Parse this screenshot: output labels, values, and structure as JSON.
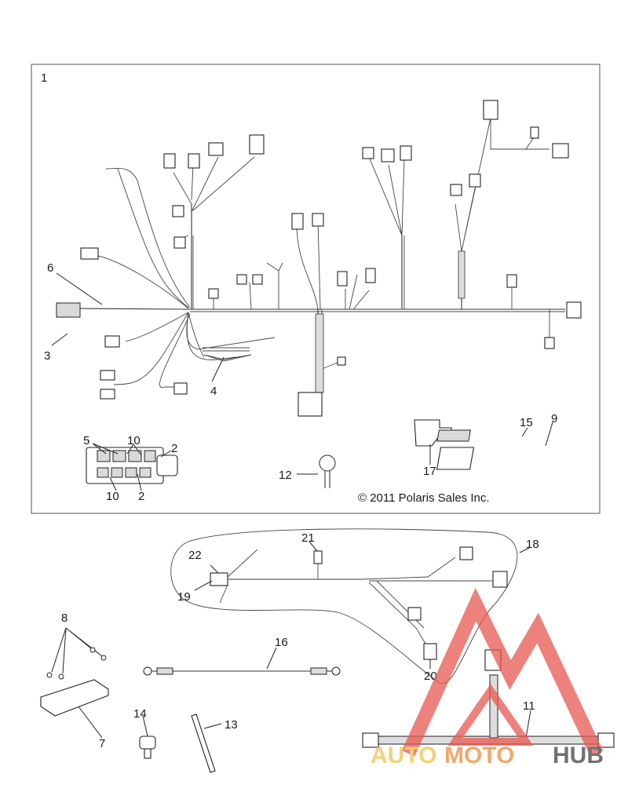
{
  "callouts": {
    "c1": "1",
    "c2a": "2",
    "c2b": "2",
    "c3": "3",
    "c4": "4",
    "c5": "5",
    "c6": "6",
    "c7": "7",
    "c8": "8",
    "c9": "9",
    "c10a": "10",
    "c10b": "10",
    "c11": "11",
    "c12": "12",
    "c13": "13",
    "c14": "14",
    "c15": "15",
    "c16": "16",
    "c17": "17",
    "c18": "18",
    "c19": "19",
    "c20": "20",
    "c21": "21",
    "c22": "22"
  },
  "copyright": "© 2011 Polaris Sales Inc.",
  "watermark": {
    "part1": "AUTO",
    "part2": "MOTO",
    "part3": "HUB",
    "colors": {
      "auto": "#f2c14e",
      "moto": "#f08a3c",
      "hub": "#444444",
      "triangle": "#e8584f"
    }
  }
}
